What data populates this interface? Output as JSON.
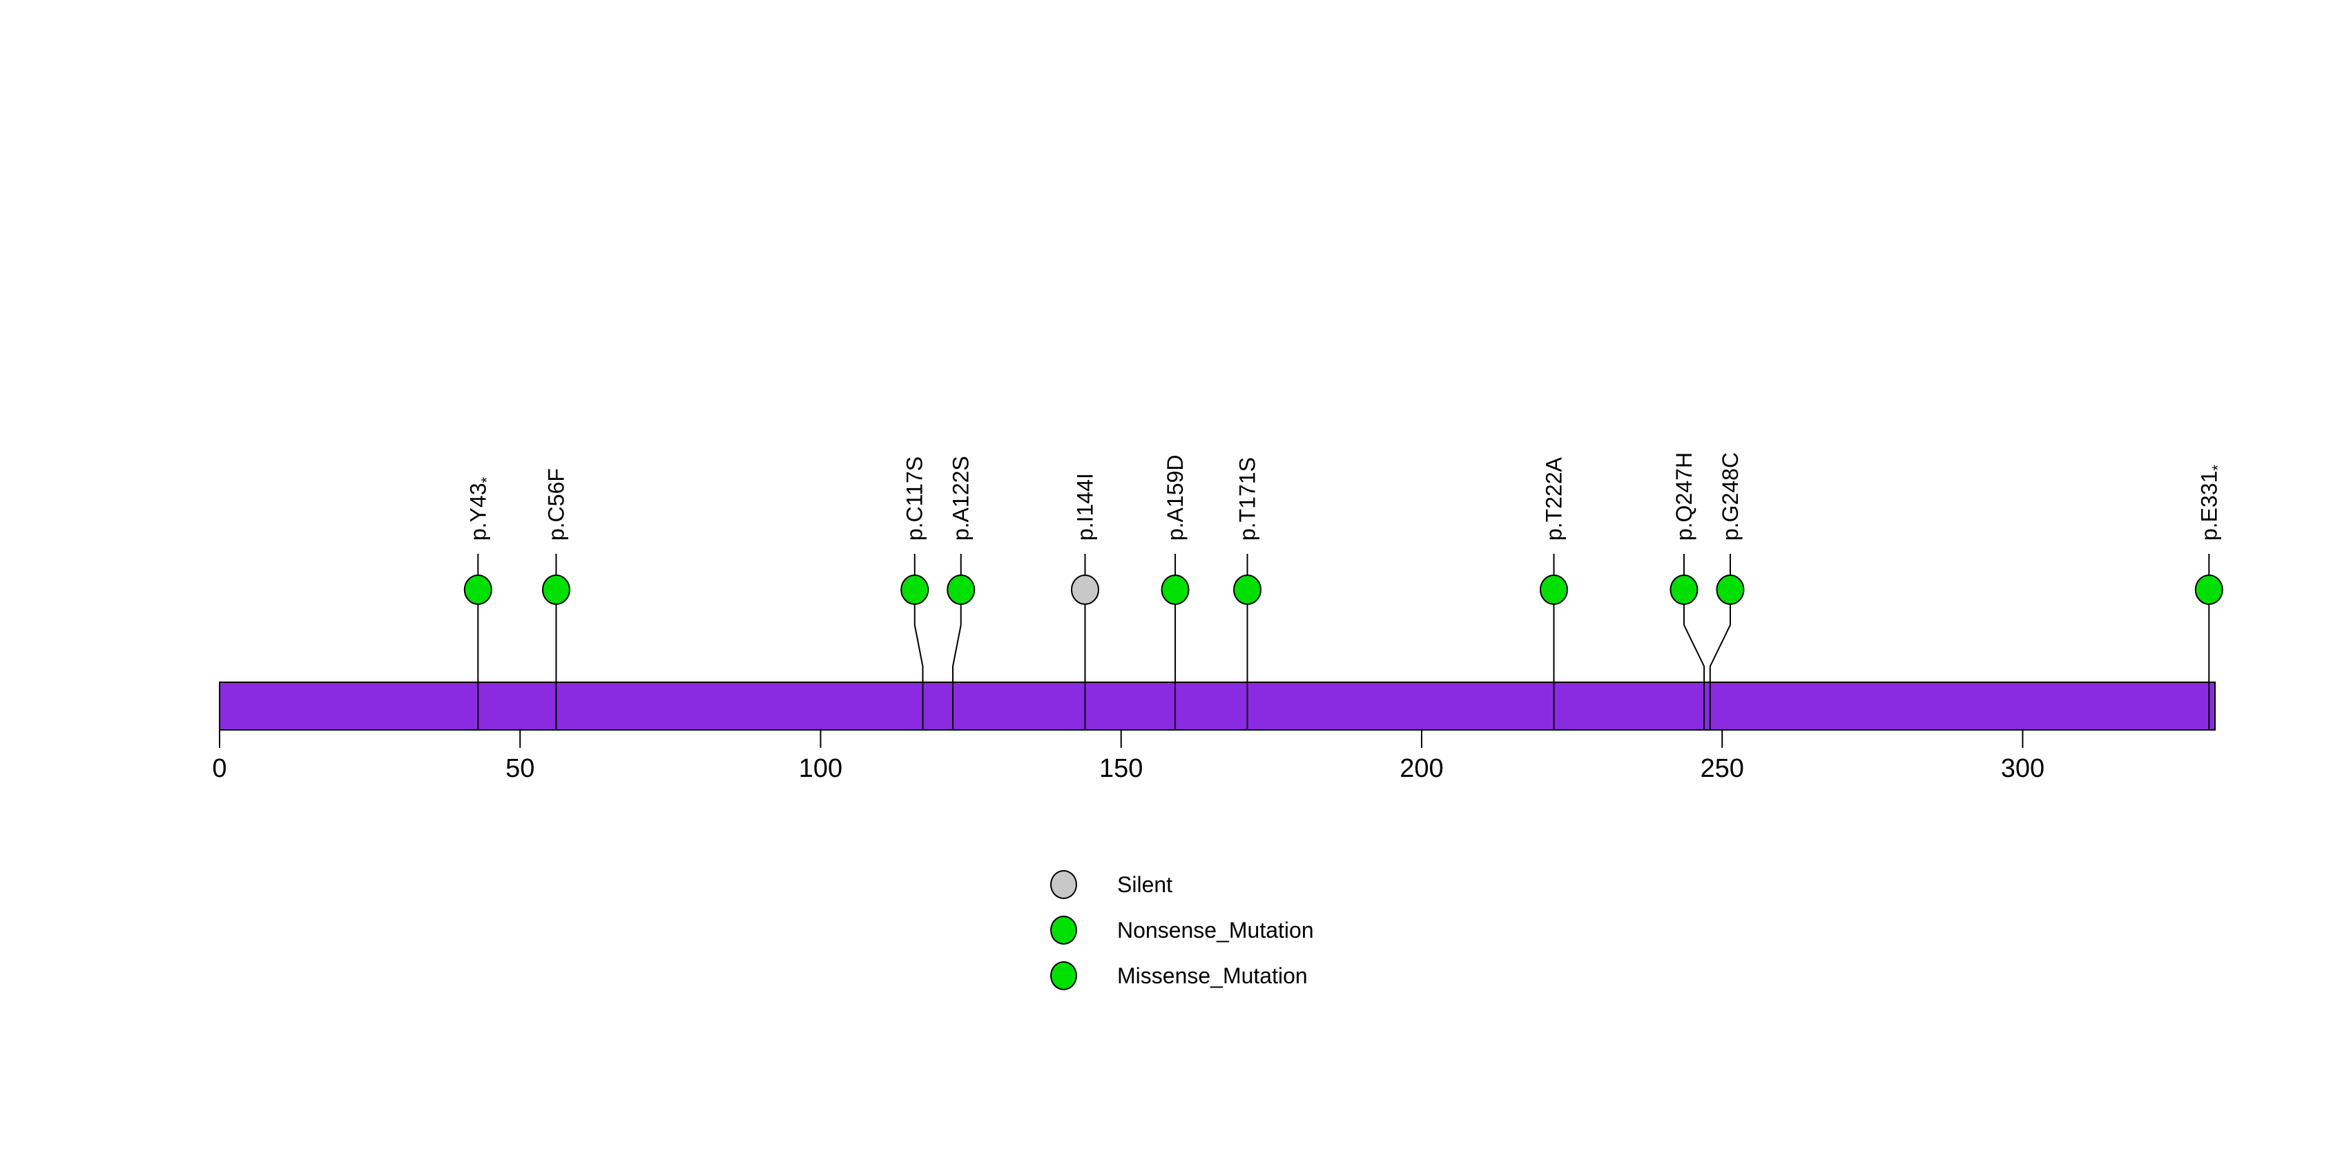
{
  "chart_data": {
    "type": "lollipop",
    "title": "",
    "xlabel": "",
    "ylabel": "",
    "protein": {
      "start": 0,
      "end": 332
    },
    "x_axis": {
      "ticks": [
        0,
        50,
        100,
        150,
        200,
        250,
        300
      ]
    },
    "mutations": [
      {
        "label": "p.Y43",
        "asterisk": true,
        "display": "p.Y43*",
        "position": 43,
        "class": "Nonsense_Mutation"
      },
      {
        "label": "p.C56F",
        "asterisk": false,
        "display": "p.C56F",
        "position": 56,
        "class": "Missense_Mutation"
      },
      {
        "label": "p.C117S",
        "asterisk": false,
        "display": "p.C117S",
        "position": 117,
        "class": "Missense_Mutation"
      },
      {
        "label": "p.A122S",
        "asterisk": false,
        "display": "p.A122S",
        "position": 122,
        "class": "Missense_Mutation"
      },
      {
        "label": "p.I144I",
        "asterisk": false,
        "display": "p.I144I",
        "position": 144,
        "class": "Silent"
      },
      {
        "label": "p.A159D",
        "asterisk": false,
        "display": "p.A159D",
        "position": 159,
        "class": "Missense_Mutation"
      },
      {
        "label": "p.T171S",
        "asterisk": false,
        "display": "p.T171S",
        "position": 171,
        "class": "Missense_Mutation"
      },
      {
        "label": "p.T222A",
        "asterisk": false,
        "display": "p.T222A",
        "position": 222,
        "class": "Missense_Mutation"
      },
      {
        "label": "p.Q247H",
        "asterisk": false,
        "display": "p.Q247H",
        "position": 247,
        "class": "Missense_Mutation"
      },
      {
        "label": "p.G248C",
        "asterisk": false,
        "display": "p.G248C",
        "position": 248,
        "class": "Missense_Mutation"
      },
      {
        "label": "p.E331",
        "asterisk": true,
        "display": "p.E331*",
        "position": 331,
        "class": "Nonsense_Mutation"
      }
    ],
    "legend": [
      {
        "label": "Silent",
        "color": "#C8C8C8"
      },
      {
        "label": "Nonsense_Mutation",
        "color": "#00E000"
      },
      {
        "label": "Missense_Mutation",
        "color": "#00E000"
      }
    ],
    "colors": {
      "Silent": "#C8C8C8",
      "Nonsense_Mutation": "#00E000",
      "Missense_Mutation": "#00E000",
      "protein_bar": "#8A2BE2",
      "stem": "#000000",
      "text": "#000000"
    }
  }
}
